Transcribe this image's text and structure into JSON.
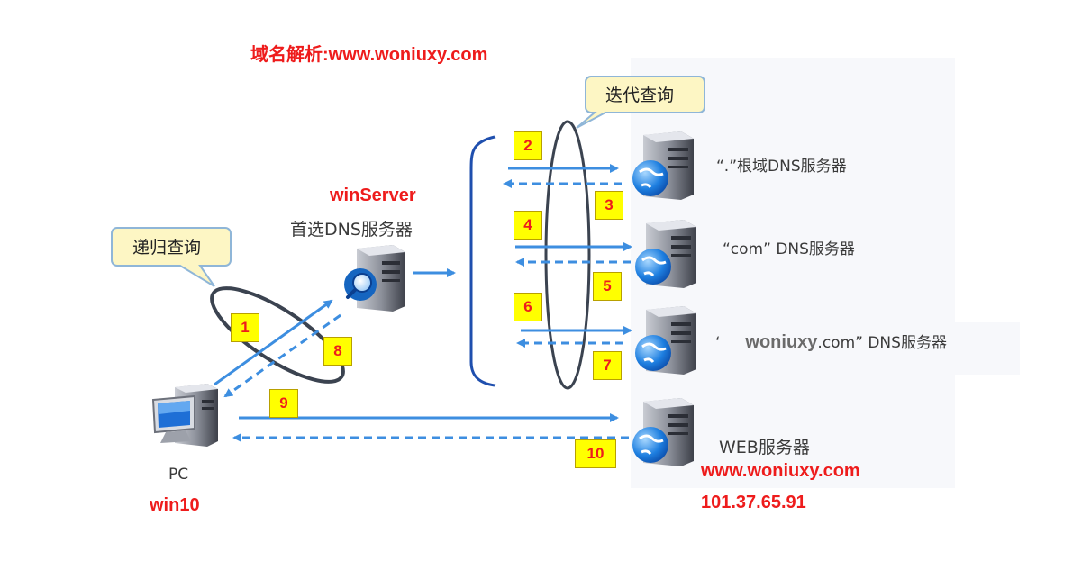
{
  "title": "域名解析:www.woniuxy.com",
  "callouts": {
    "recursive": "递归查询",
    "iterative": "迭代查询"
  },
  "win_server": {
    "name": "winServer",
    "label": "首选DNS服务器"
  },
  "pc": {
    "label": "PC",
    "os": "win10"
  },
  "servers": {
    "root": "“.”根域DNS服务器",
    "com": "“com” DNS服务器",
    "woniuxy_prefix": "‘",
    "woniuxy_bold": "woniuxy",
    "woniuxy_suffix": ".com” DNS服务器",
    "web": "WEB服务器",
    "web_domain": "www.woniuxy.com",
    "web_ip": "101.37.65.91"
  },
  "steps": [
    "1",
    "2",
    "3",
    "4",
    "5",
    "6",
    "7",
    "8",
    "9",
    "10"
  ],
  "colors": {
    "arrow": "#3d8ee0",
    "bracket": "#1f4fae",
    "highlight": "#ee1c1c",
    "step_box": "#ffff00",
    "callout_bg": "#fdf6c4"
  }
}
